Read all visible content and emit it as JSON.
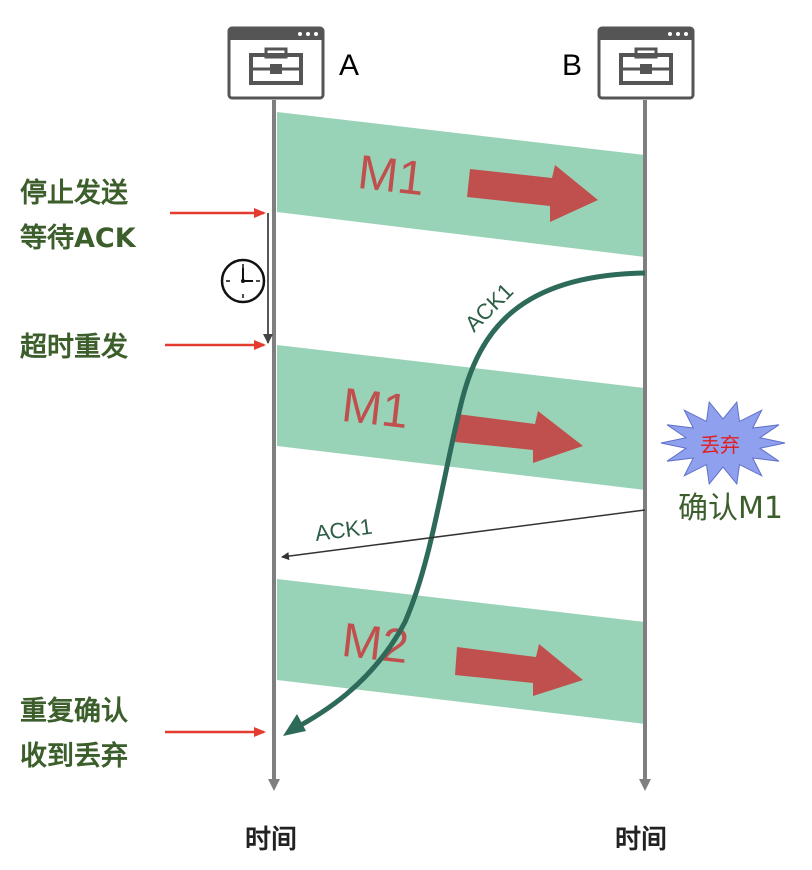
{
  "hosts": {
    "a": "A",
    "b": "B"
  },
  "left_notes": {
    "stop_line1": "停止发送",
    "stop_line2": "等待ACK",
    "timeout": "超时重发",
    "dup_line1": "重复确认",
    "dup_line2": "收到丢弃"
  },
  "messages": {
    "m1_first": "M1",
    "m1_retry": "M1",
    "m2": "M2"
  },
  "acks": {
    "delayed": "ACK1",
    "second": "ACK1"
  },
  "right_notes": {
    "discard_badge": "丢弃",
    "confirm": "确认M1"
  },
  "time_axis": {
    "a": "时间",
    "b": "时间"
  },
  "colors": {
    "band_fill": "#99d3b7",
    "message_arrow": "#c0504d",
    "pointer_arrow": "#e53a2f",
    "ack_curve": "#2e6a5a",
    "label_text": "#3b5e2b",
    "timeline": "#7f7f7f",
    "starburst": "#8fa0ee"
  },
  "icons": {
    "host_a": "computer-window-icon",
    "host_b": "computer-window-icon",
    "timer": "clock-icon"
  }
}
